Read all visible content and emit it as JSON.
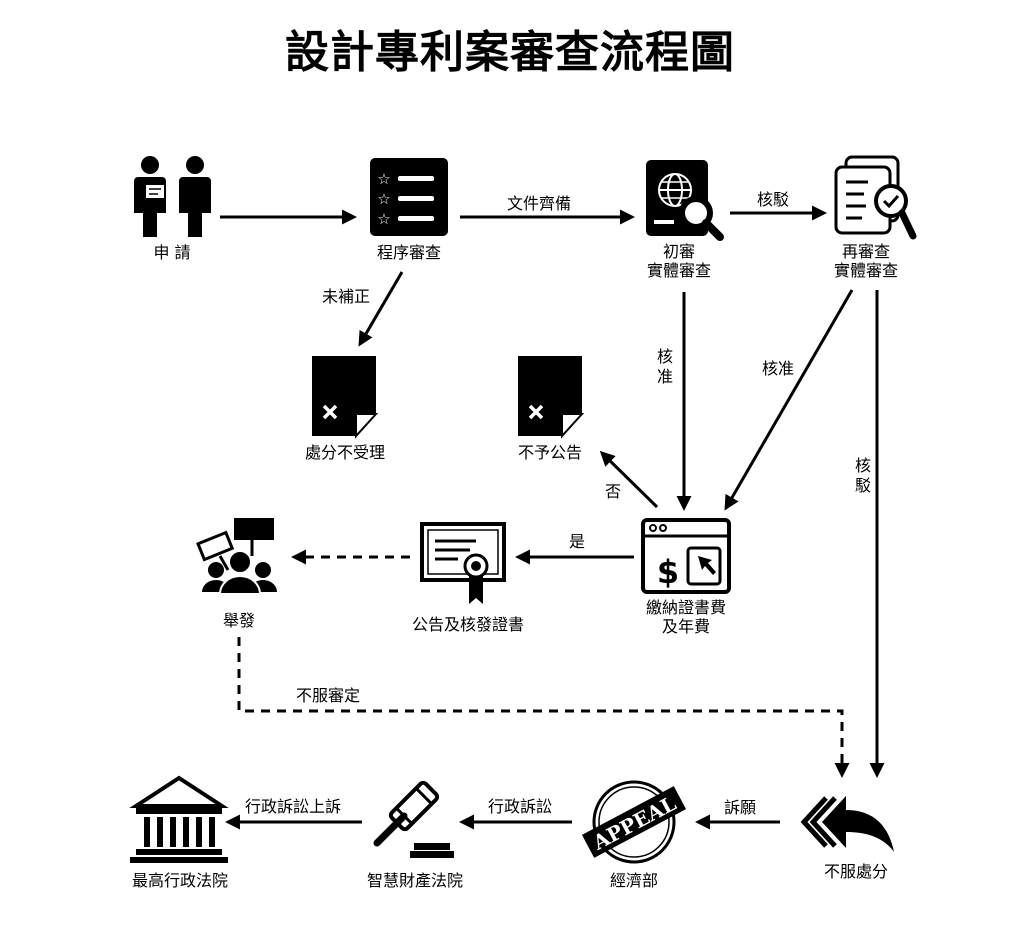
{
  "title": "設計專利案審查流程圖",
  "nodes": {
    "apply": "申 請",
    "procedural": "程序審查",
    "initial_line1": "初審",
    "initial_line2": "實體審查",
    "reexam_line1": "再審查",
    "reexam_line2": "實體審查",
    "not_accepted": "處分不受理",
    "not_published": "不予公告",
    "fee_line1": "繳納證書費",
    "fee_line2": "及年費",
    "certificate": "公告及核發證書",
    "report": "舉發",
    "disagree": "不服處分",
    "moea": "經濟部",
    "ipcourt": "智慧財產法院",
    "supreme": "最高行政法院"
  },
  "edges": {
    "docs_complete": "文件齊備",
    "reject_1": "核駁",
    "not_corrected": "未補正",
    "approve_1": "核准",
    "approve_2": "核准",
    "reject_2": "核駁",
    "no": "否",
    "yes": "是",
    "disagree_ruling": "不服審定",
    "petition": "訴願",
    "admin_suit": "行政訴訟",
    "admin_appeal": "行政訴訟上訴"
  },
  "icons": {
    "apply": "two-people-document-icon",
    "procedural": "star-checklist-icon",
    "initial": "globe-magnifier-icon",
    "reexam": "document-check-magnifier-icon",
    "not_accepted": "rejected-document-icon",
    "not_published": "rejected-document-icon",
    "fee": "payment-window-icon",
    "certificate": "certificate-ribbon-icon",
    "report": "protest-crowd-icon",
    "disagree": "return-arrow-icon",
    "moea": "appeal-stamp-icon",
    "ipcourt": "gavel-icon",
    "supreme": "courthouse-icon"
  },
  "appeal_stamp_text": "APPEAL"
}
